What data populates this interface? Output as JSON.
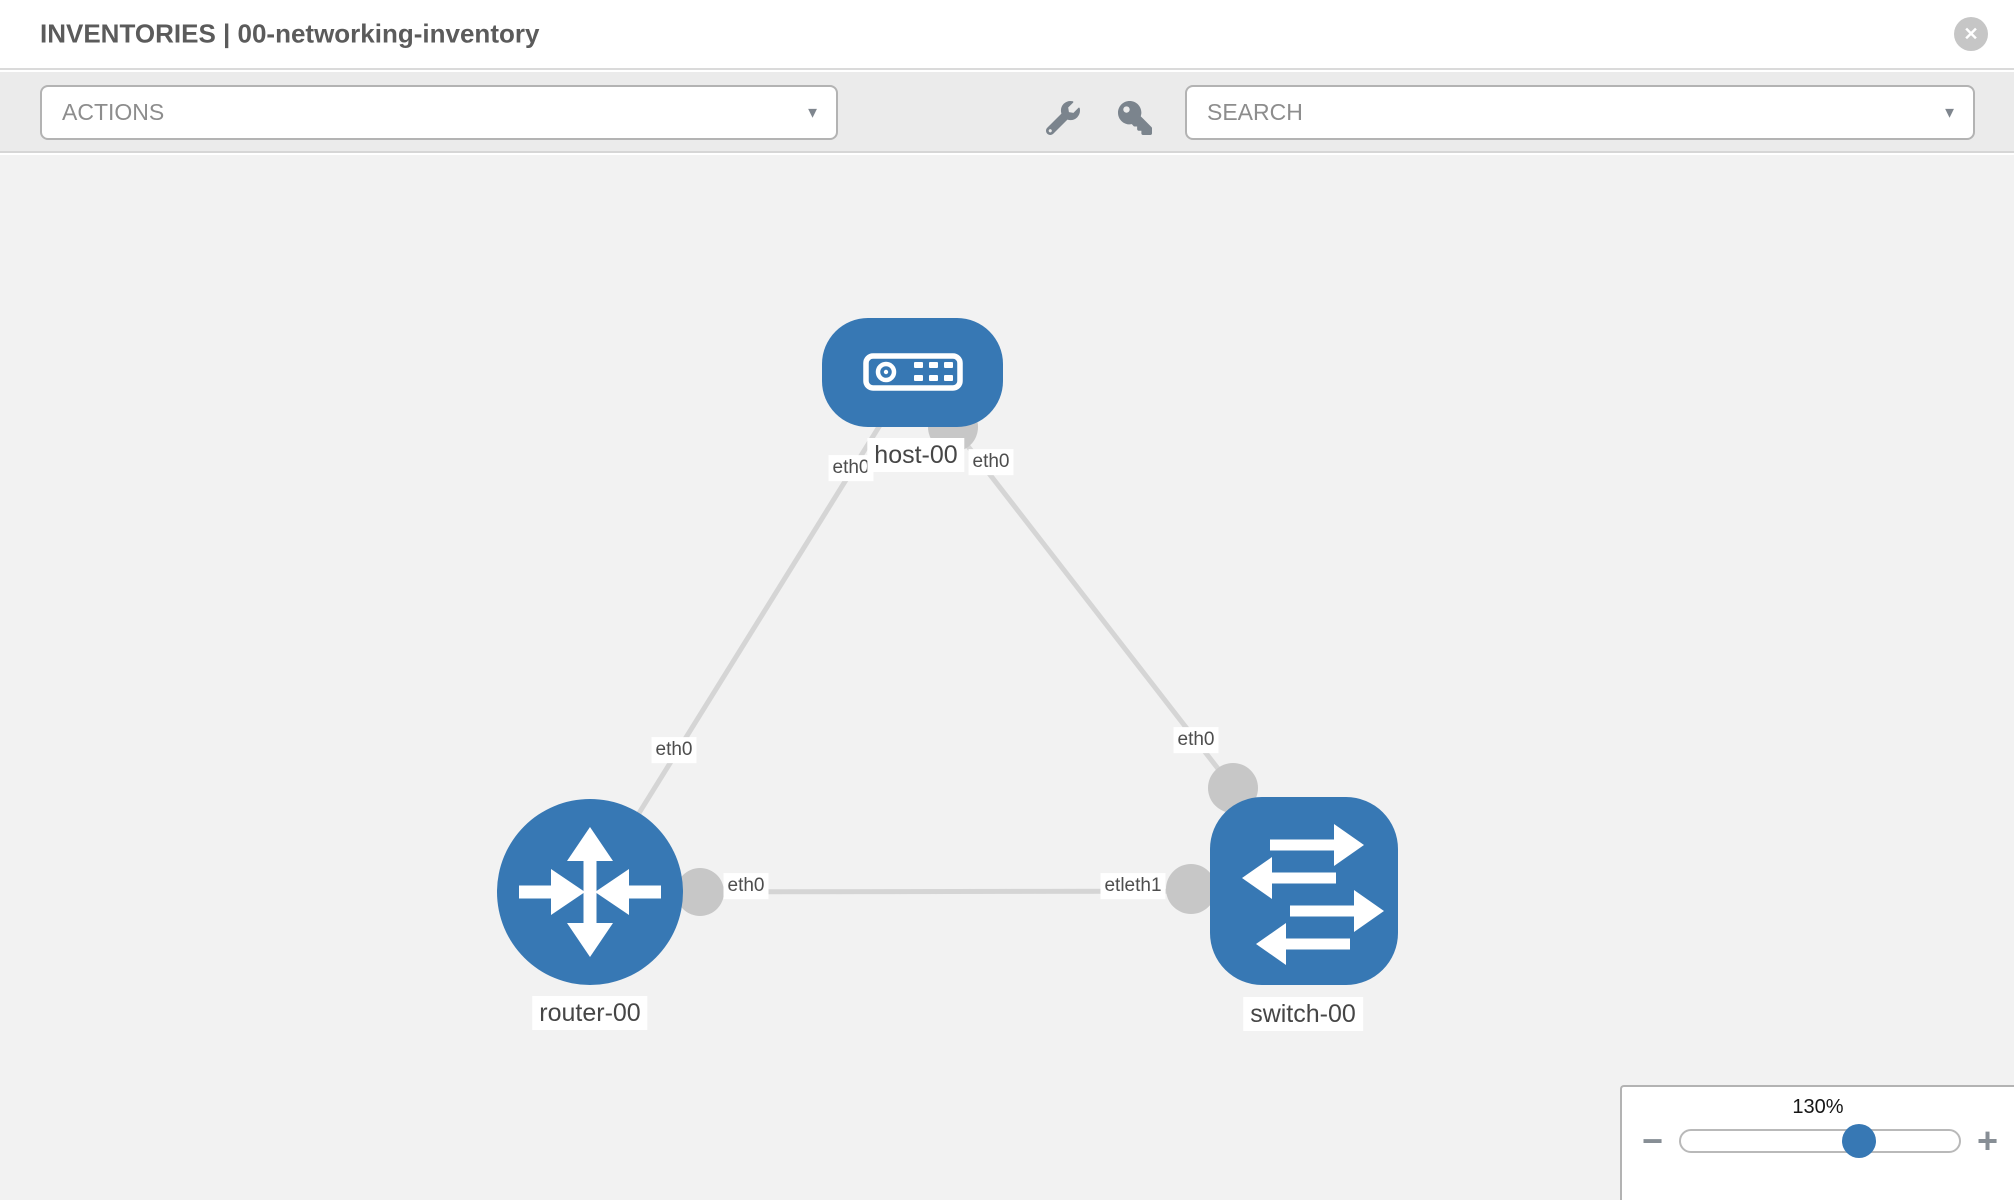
{
  "header": {
    "title": "INVENTORIES | 00-networking-inventory"
  },
  "toolbar": {
    "actions_placeholder": "ACTIONS",
    "search_placeholder": "SEARCH"
  },
  "icons": {
    "close": "✕",
    "dropdown_chevron": "▼",
    "wrench": "wrench-icon",
    "key": "key-icon"
  },
  "topology": {
    "nodes": [
      {
        "label": "host-00",
        "type": "host"
      },
      {
        "label": "router-00",
        "type": "router"
      },
      {
        "label": "switch-00",
        "type": "switch"
      }
    ],
    "links": [
      {
        "from": "host-00",
        "to": "router-00",
        "from_interface": "eth0",
        "to_interface": "eth0"
      },
      {
        "from": "host-00",
        "to": "switch-00",
        "from_interface": "eth0",
        "to_interface": "eth0"
      },
      {
        "from": "router-00",
        "to": "switch-00",
        "from_interface": "eth0",
        "to_interface": "etleth1"
      }
    ]
  },
  "zoom_control": {
    "level": "130%",
    "zoom_out_label": "−",
    "zoom_in_label": "+"
  },
  "colors": {
    "node_blue": "#3778b4",
    "link_gray": "#d5d5d5",
    "port_gray": "#c7c7c7",
    "toolbar_bg": "#ebebeb",
    "canvas_bg": "#f2f2f2"
  }
}
